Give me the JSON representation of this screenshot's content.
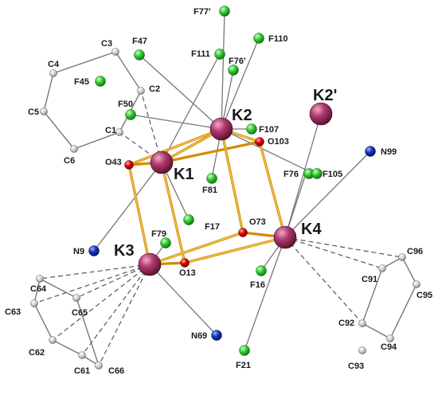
{
  "figure": {
    "bigLabels": {
      "K1": "K1",
      "K2": "K2",
      "K2p": "K2'",
      "K3": "K3",
      "K4": "K4"
    },
    "fluorine": {
      "F77p": "F77'",
      "F47": "F47",
      "F111": "F111",
      "F110": "F110",
      "F76p": "F76'",
      "F45": "F45",
      "F50": "F50",
      "F107": "F107",
      "F81": "F81",
      "F76": "F76",
      "F105": "F105",
      "F17": "F17",
      "F79": "F79",
      "F16": "F16",
      "F21": "F21"
    },
    "oxygen": {
      "O43": "O43",
      "O103": "O103",
      "O73": "O73",
      "O13": "O13"
    },
    "nitrogen": {
      "N99": "N99",
      "N9": "N9",
      "N69": "N69"
    },
    "carbon": {
      "C3": "C3",
      "C2": "C2",
      "C4": "C4",
      "C5": "C5",
      "C1": "C1",
      "C6": "C6",
      "C64": "C64",
      "C63": "C63",
      "C65": "C65",
      "C62": "C62",
      "C66": "C66",
      "C61": "C61",
      "C96": "C96",
      "C91": "C91",
      "C95": "C95",
      "C92": "C92",
      "C94": "C94",
      "C93": "C93"
    },
    "colors": {
      "potassium": "#b03a6e",
      "oxygen": "#e00000",
      "fluorine": "#33cc33",
      "nitrogen": "#1030c0",
      "carbon": "#cccccc",
      "cubane_bond": "#e08a1a",
      "bond": "#888888"
    }
  }
}
